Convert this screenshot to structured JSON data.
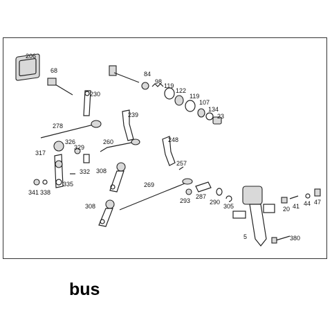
{
  "diagram": {
    "part_labels": [
      "206",
      "68",
      "84",
      "98",
      "119",
      "122",
      "119",
      "107",
      "134",
      "23",
      "230",
      "239",
      "278",
      "326",
      "329",
      "317",
      "332",
      "335",
      "341",
      "338",
      "260",
      "248",
      "257",
      "308",
      "269",
      "293",
      "287",
      "290",
      "305",
      "20",
      "41",
      "44",
      "47",
      "308",
      "5",
      "380"
    ]
  },
  "caption": {
    "text": "bus"
  }
}
